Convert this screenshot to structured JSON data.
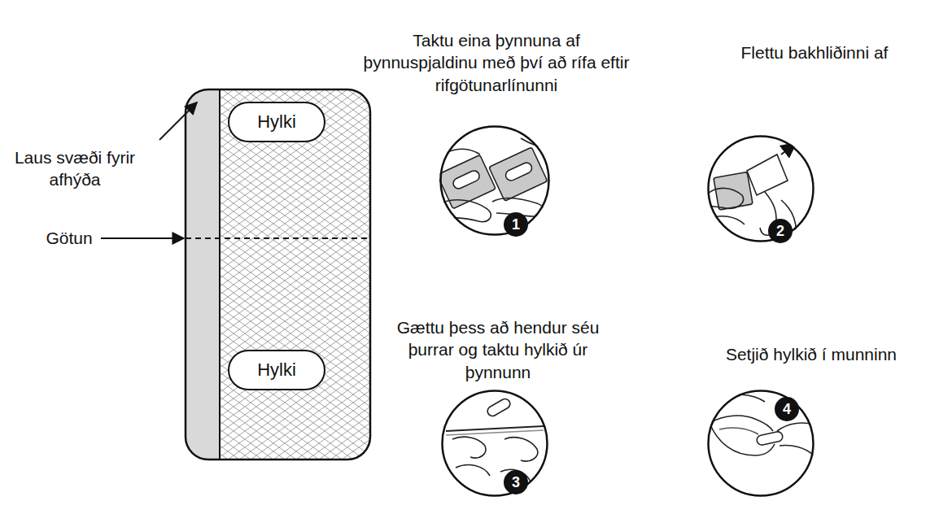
{
  "diagram": {
    "nodes": [
      {
        "text": [
          "Hylki"
        ]
      },
      {
        "text": [
          "Hylki"
        ]
      },
      {
        "text": [
          "Taktu eina þynnuna af þynnuspjaldinu með því að rífa eftir rifgötunarlínunni",
          "1"
        ]
      },
      {
        "text": [
          "Flettu bakhliðinni af",
          "2"
        ]
      },
      {
        "text": [
          "Gættu þess að hendur séu þurrar og taktu hylkið úr þynnunn",
          "3"
        ]
      },
      {
        "text": [
          "Setjið hylkið í munninn",
          "4"
        ]
      }
    ],
    "labels": [
      "Laus svæði fyrir afhýða",
      "Götun"
    ]
  }
}
